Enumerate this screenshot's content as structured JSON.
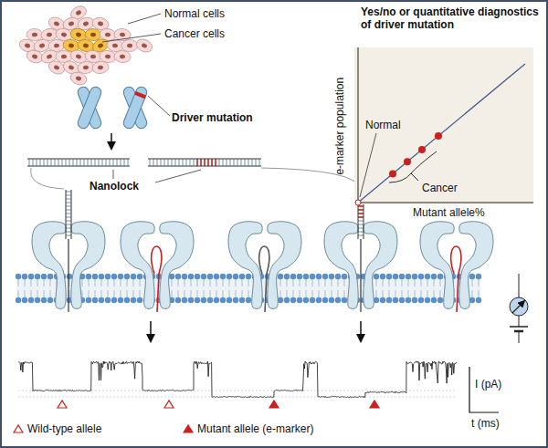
{
  "diagram": {
    "labels": [
      "Normal cells",
      "Cancer cells",
      "Driver mutation",
      "Nanolock",
      "Yes/no or quantitative diagnostics of driver mutation",
      "e-marker population",
      "Mutant allele%",
      "Normal",
      "Cancer",
      "I (pA)",
      "t (ms)"
    ],
    "legend": [
      {
        "text": "Wild-type allele"
      },
      {
        "text": "Mutant allele (e-marker)"
      }
    ]
  }
}
